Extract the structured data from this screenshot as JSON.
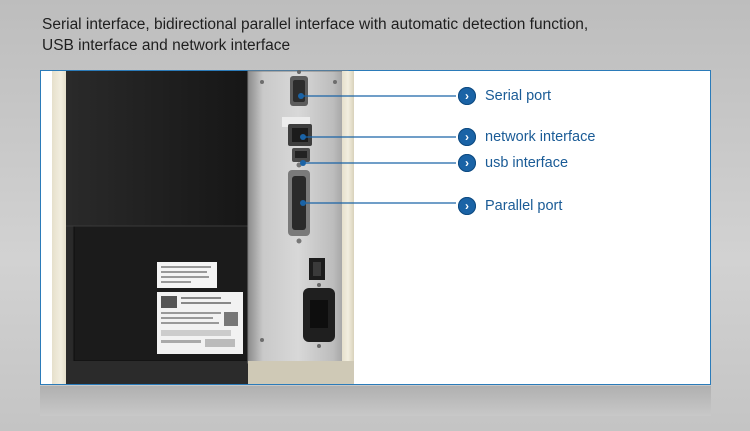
{
  "header": {
    "line1": "Serial interface, bidirectional parallel interface with automatic detection function,",
    "line2": "USB interface and network interface"
  },
  "callouts": [
    {
      "label": "Serial port",
      "icon": "chevron-right-icon"
    },
    {
      "label": "network interface",
      "icon": "chevron-right-icon"
    },
    {
      "label": "usb interface",
      "icon": "chevron-right-icon"
    },
    {
      "label": "Parallel port",
      "icon": "chevron-right-icon"
    }
  ],
  "colors": {
    "accent": "#1a63a6",
    "leader_line": "#1a63a6",
    "panel_border": "#2b7bb9"
  }
}
